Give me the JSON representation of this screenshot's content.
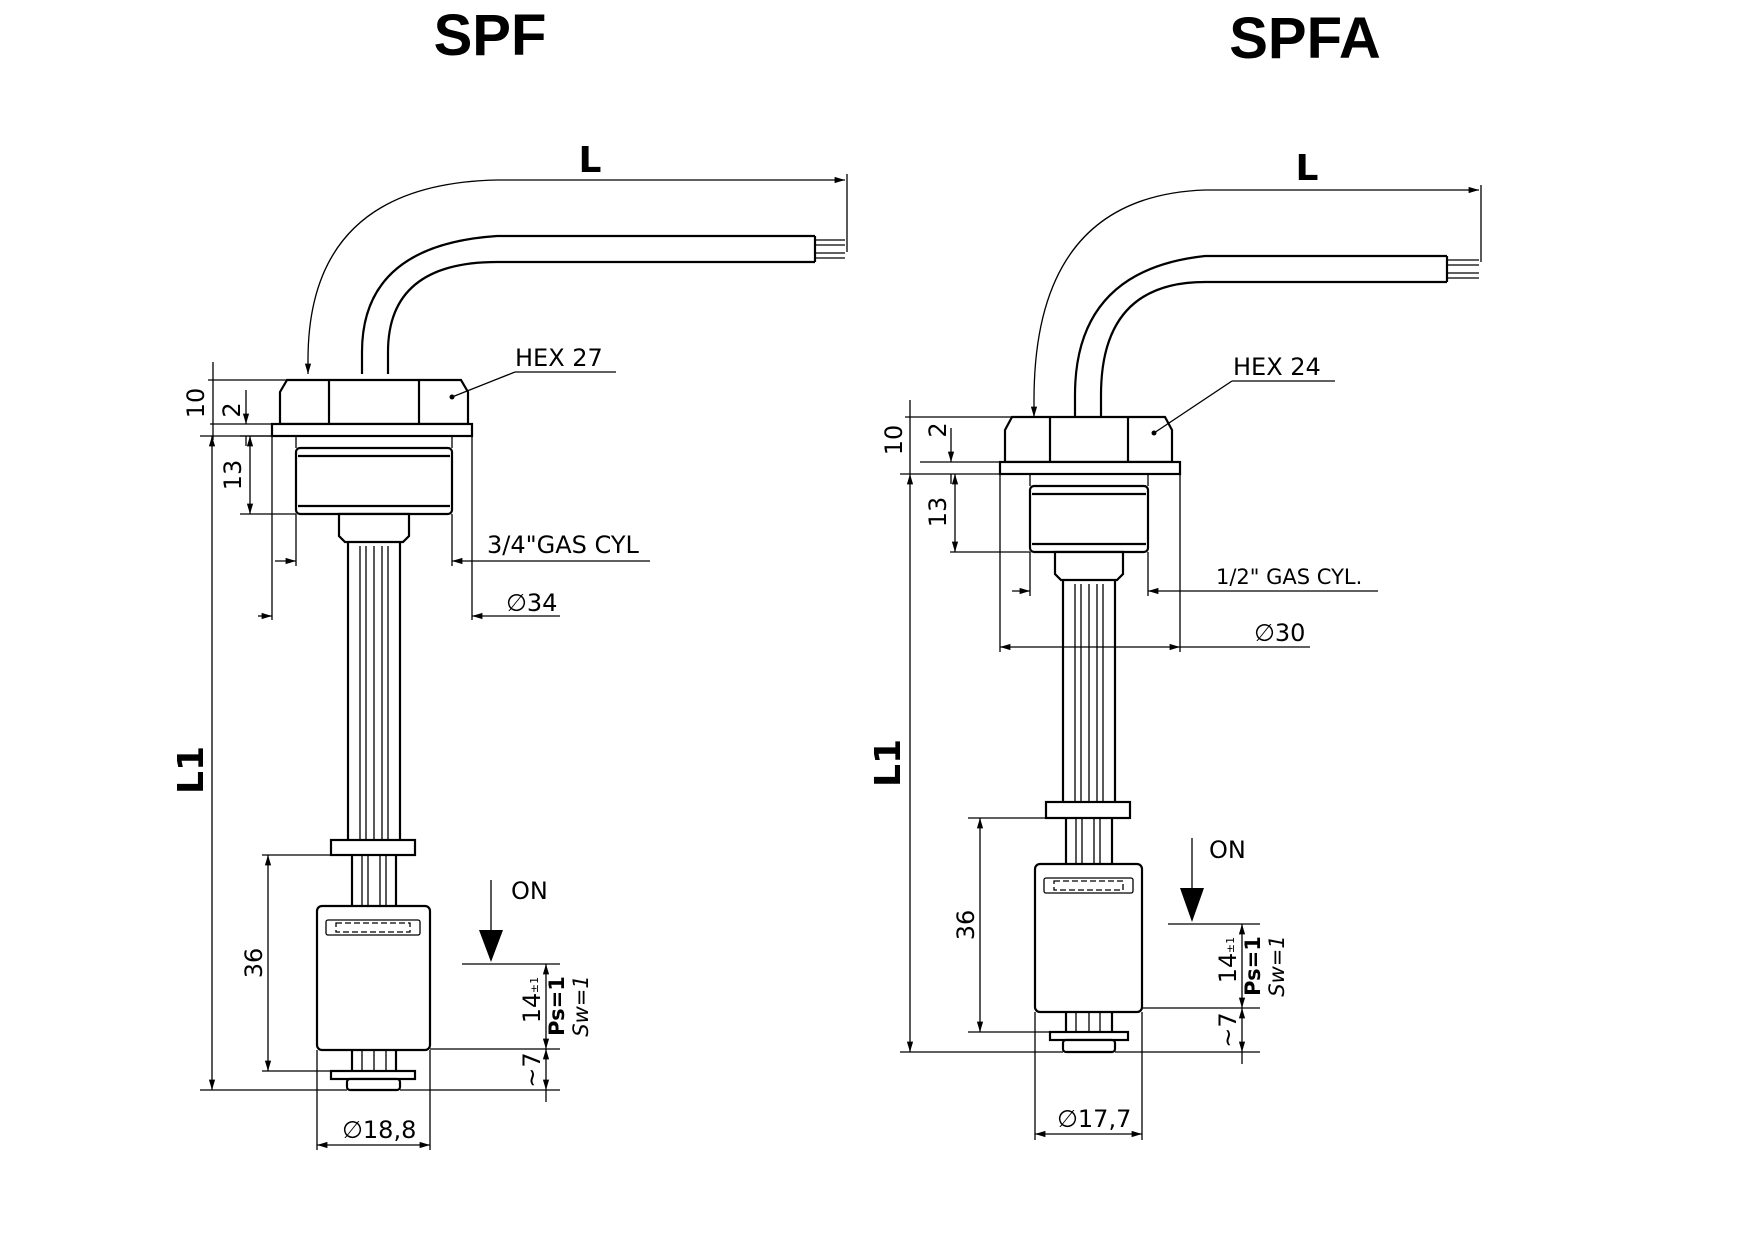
{
  "drawings": [
    {
      "title": "SPF",
      "length_label": "L",
      "length1_label": "L1",
      "hex_label": "HEX 27",
      "thread_label": "3/4\"GAS CYL",
      "flange_diameter_label": "∅34",
      "float_diameter_label": "∅18,8",
      "dim_10": "10",
      "dim_2": "2",
      "dim_13": "13",
      "dim_36": "36",
      "dim_14": "14",
      "dim_14_tol": "±1",
      "dim_7": "~7",
      "ps_label": "Ps=1",
      "sw_label": "Sw=1",
      "on_label": "ON"
    },
    {
      "title": "SPFA",
      "length_label": "L",
      "length1_label": "L1",
      "hex_label": "HEX 24",
      "thread_label": "1/2\" GAS CYL.",
      "flange_diameter_label": "∅30",
      "float_diameter_label": "∅17,7",
      "dim_10": "10",
      "dim_2": "2",
      "dim_13": "13",
      "dim_36": "36",
      "dim_14": "14",
      "dim_14_tol": "±1",
      "dim_7": "~7",
      "ps_label": "Ps=1",
      "sw_label": "Sw=1",
      "on_label": "ON"
    }
  ]
}
